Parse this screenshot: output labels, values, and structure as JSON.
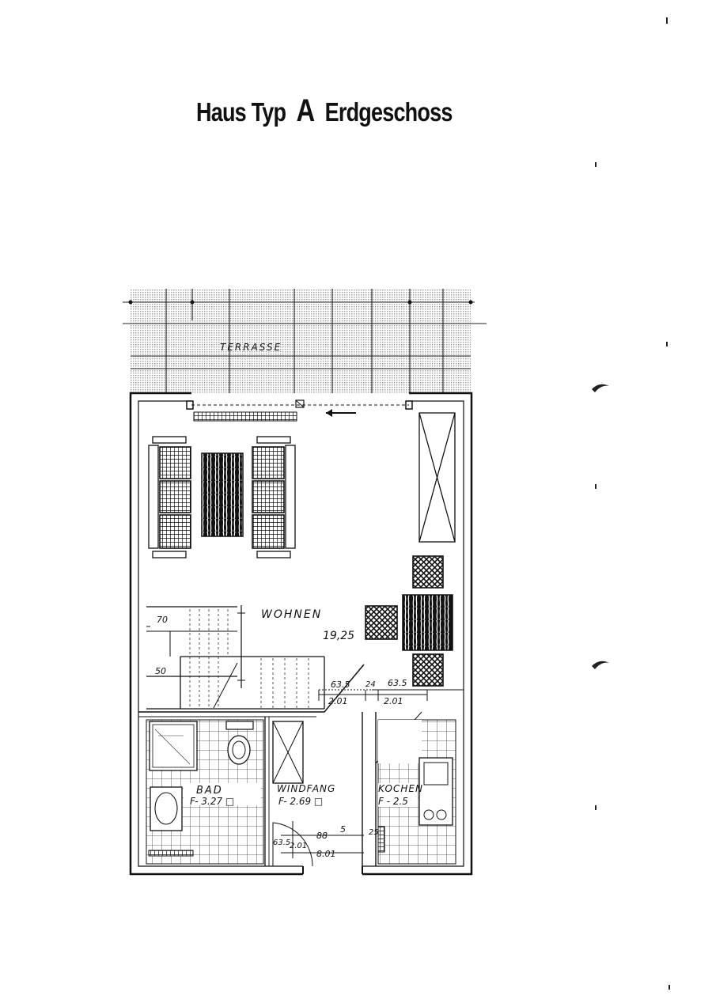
{
  "title": {
    "prefix": "Haus Typ",
    "letter": "A",
    "suffix": "Erdgeschoss"
  },
  "rooms": {
    "terrace": "TERRASSE",
    "living": {
      "name": "WOHNEN",
      "area": "19,25"
    },
    "bath": {
      "name": "BAD",
      "area": "F- 3.27 □"
    },
    "hall": {
      "name": "WINDFANG",
      "area": "F- 2.69 □"
    },
    "kitchen": {
      "name": "KOCHEN",
      "area": "F - 2.5"
    }
  },
  "dimensions": {
    "d70": "70",
    "d50": "50",
    "d635a": "63.5",
    "d24": "24",
    "d635b": "63.5",
    "d201a": "2.01",
    "d201b": "2.01",
    "d635c": "63.5",
    "d201c": "2.01",
    "d88": "88",
    "d5": "5",
    "d25": "25",
    "d801": "8.01"
  }
}
